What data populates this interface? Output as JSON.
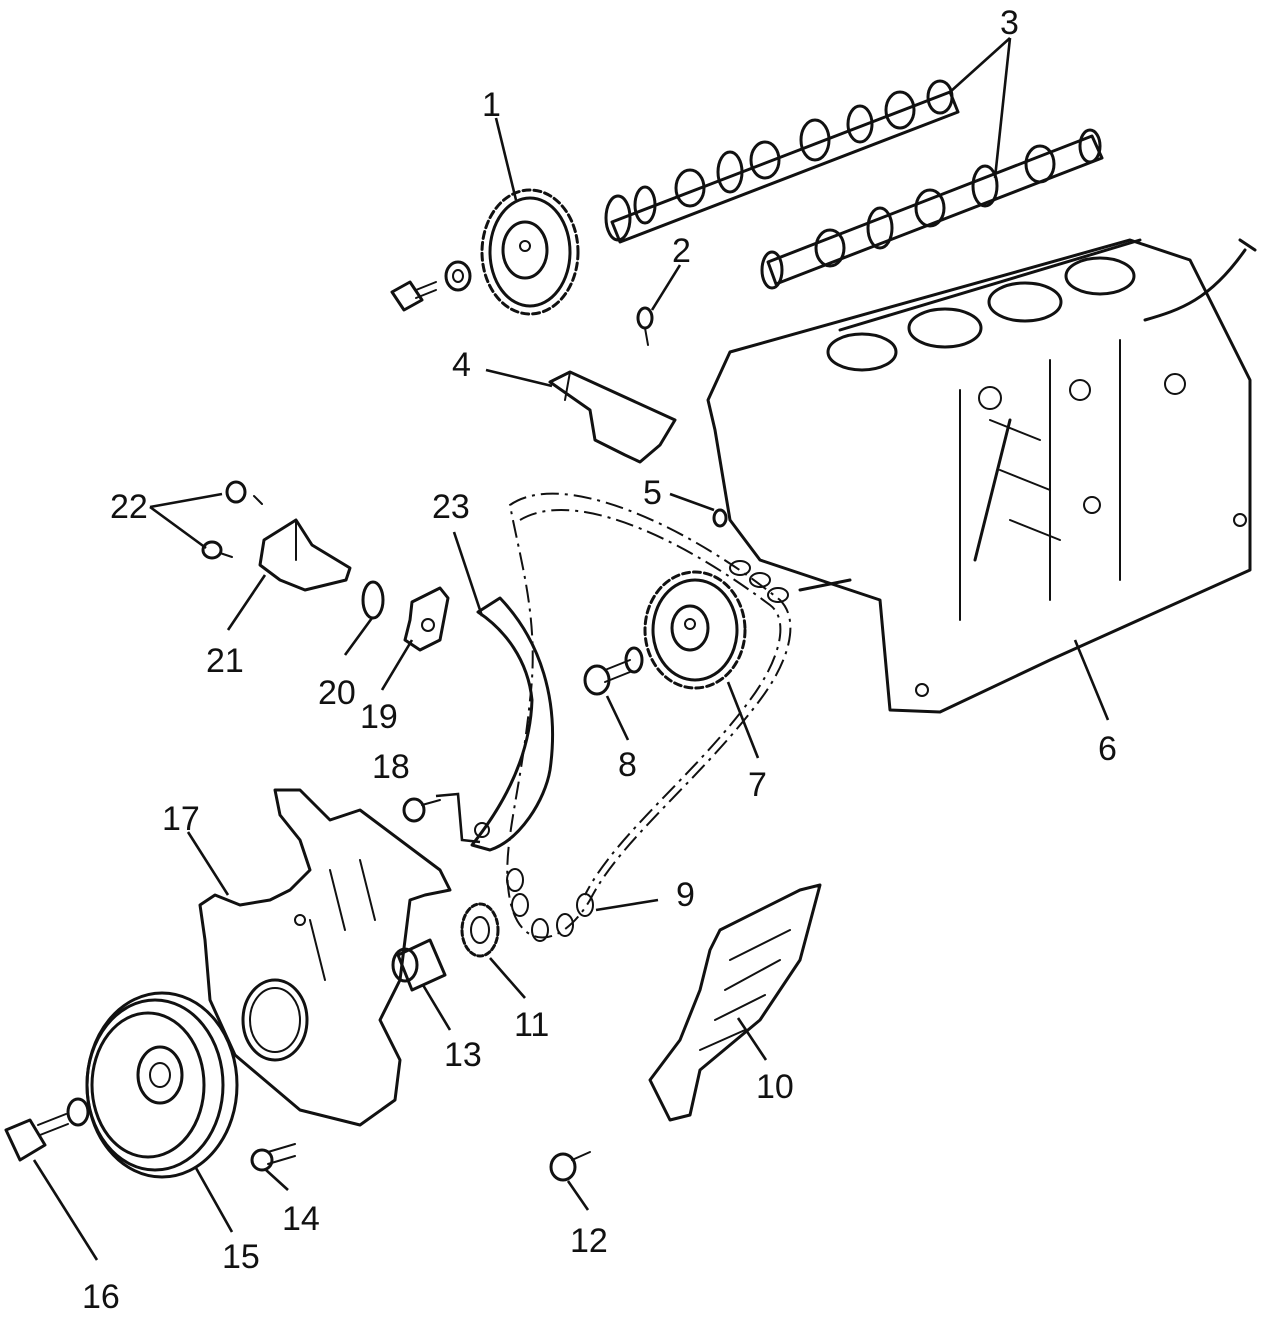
{
  "callouts": [
    {
      "id": "1",
      "label": "1"
    },
    {
      "id": "2",
      "label": "2"
    },
    {
      "id": "3",
      "label": "3"
    },
    {
      "id": "4",
      "label": "4"
    },
    {
      "id": "5",
      "label": "5"
    },
    {
      "id": "6",
      "label": "6"
    },
    {
      "id": "7",
      "label": "7"
    },
    {
      "id": "8",
      "label": "8"
    },
    {
      "id": "9",
      "label": "9"
    },
    {
      "id": "10",
      "label": "10"
    },
    {
      "id": "11",
      "label": "11"
    },
    {
      "id": "12",
      "label": "12"
    },
    {
      "id": "13",
      "label": "13"
    },
    {
      "id": "14",
      "label": "14"
    },
    {
      "id": "15",
      "label": "15"
    },
    {
      "id": "16",
      "label": "16"
    },
    {
      "id": "17",
      "label": "17"
    },
    {
      "id": "18",
      "label": "18"
    },
    {
      "id": "19",
      "label": "19"
    },
    {
      "id": "20",
      "label": "20"
    },
    {
      "id": "21",
      "label": "21"
    },
    {
      "id": "22",
      "label": "22"
    },
    {
      "id": "23",
      "label": "23"
    }
  ]
}
